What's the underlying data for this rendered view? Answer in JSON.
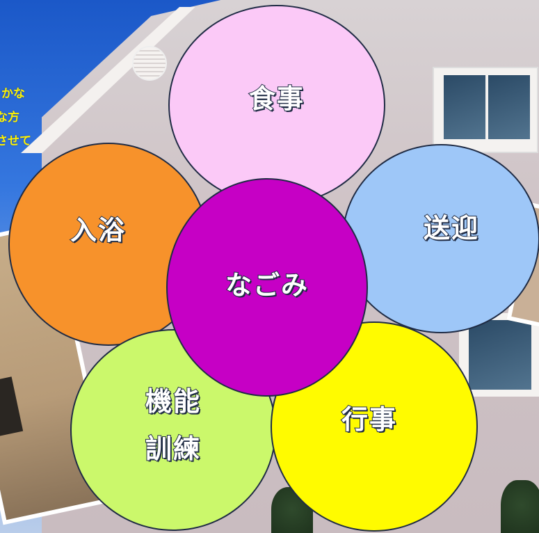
{
  "background": {
    "intro_lines": [
      "かな",
      "な方",
      "させて"
    ]
  },
  "diagram": {
    "center": {
      "label": "なごみ",
      "color": "#c600c5"
    },
    "petals": [
      {
        "id": "meal",
        "label": "食事",
        "color": "#fbc9f7"
      },
      {
        "id": "bath",
        "label": "入浴",
        "color": "#f7922b"
      },
      {
        "id": "transport",
        "label": "送迎",
        "color": "#9ec7f8"
      },
      {
        "id": "function_training",
        "line1": "機能",
        "line2": "訓練",
        "color": "#cbf86b"
      },
      {
        "id": "event",
        "label": "行事",
        "color": "#fffb00"
      }
    ]
  }
}
